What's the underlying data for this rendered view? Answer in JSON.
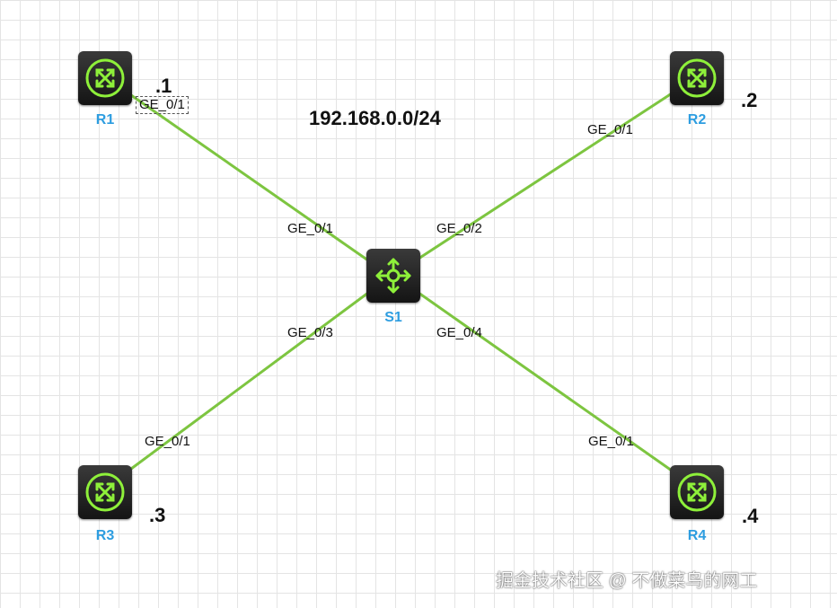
{
  "subnet_label": "192.168.0.0/24",
  "colors": {
    "link": "#7dc540",
    "device_label": "#2d9de0",
    "icon": "#8ef03a"
  },
  "devices": {
    "r1": {
      "label": "R1",
      "type": "router-icon",
      "address": ".1",
      "port": "GE_0/1"
    },
    "r2": {
      "label": "R2",
      "type": "router-icon",
      "address": ".2",
      "port": "GE_0/1"
    },
    "r3": {
      "label": "R3",
      "type": "router-icon",
      "address": ".3",
      "port": "GE_0/1"
    },
    "r4": {
      "label": "R4",
      "type": "router-icon",
      "address": ".4",
      "port": "GE_0/1"
    },
    "s1": {
      "label": "S1",
      "type": "switch-icon",
      "ports": [
        "GE_0/1",
        "GE_0/2",
        "GE_0/3",
        "GE_0/4"
      ]
    }
  },
  "links": [
    {
      "from": "R1",
      "from_port": "GE_0/1",
      "to": "S1",
      "to_port": "GE_0/1"
    },
    {
      "from": "R2",
      "from_port": "GE_0/1",
      "to": "S1",
      "to_port": "GE_0/2"
    },
    {
      "from": "R3",
      "from_port": "GE_0/1",
      "to": "S1",
      "to_port": "GE_0/3"
    },
    {
      "from": "R4",
      "from_port": "GE_0/1",
      "to": "S1",
      "to_port": "GE_0/4"
    }
  ],
  "watermark": "掘金技术社区 @ 不做菜鸟的网工"
}
